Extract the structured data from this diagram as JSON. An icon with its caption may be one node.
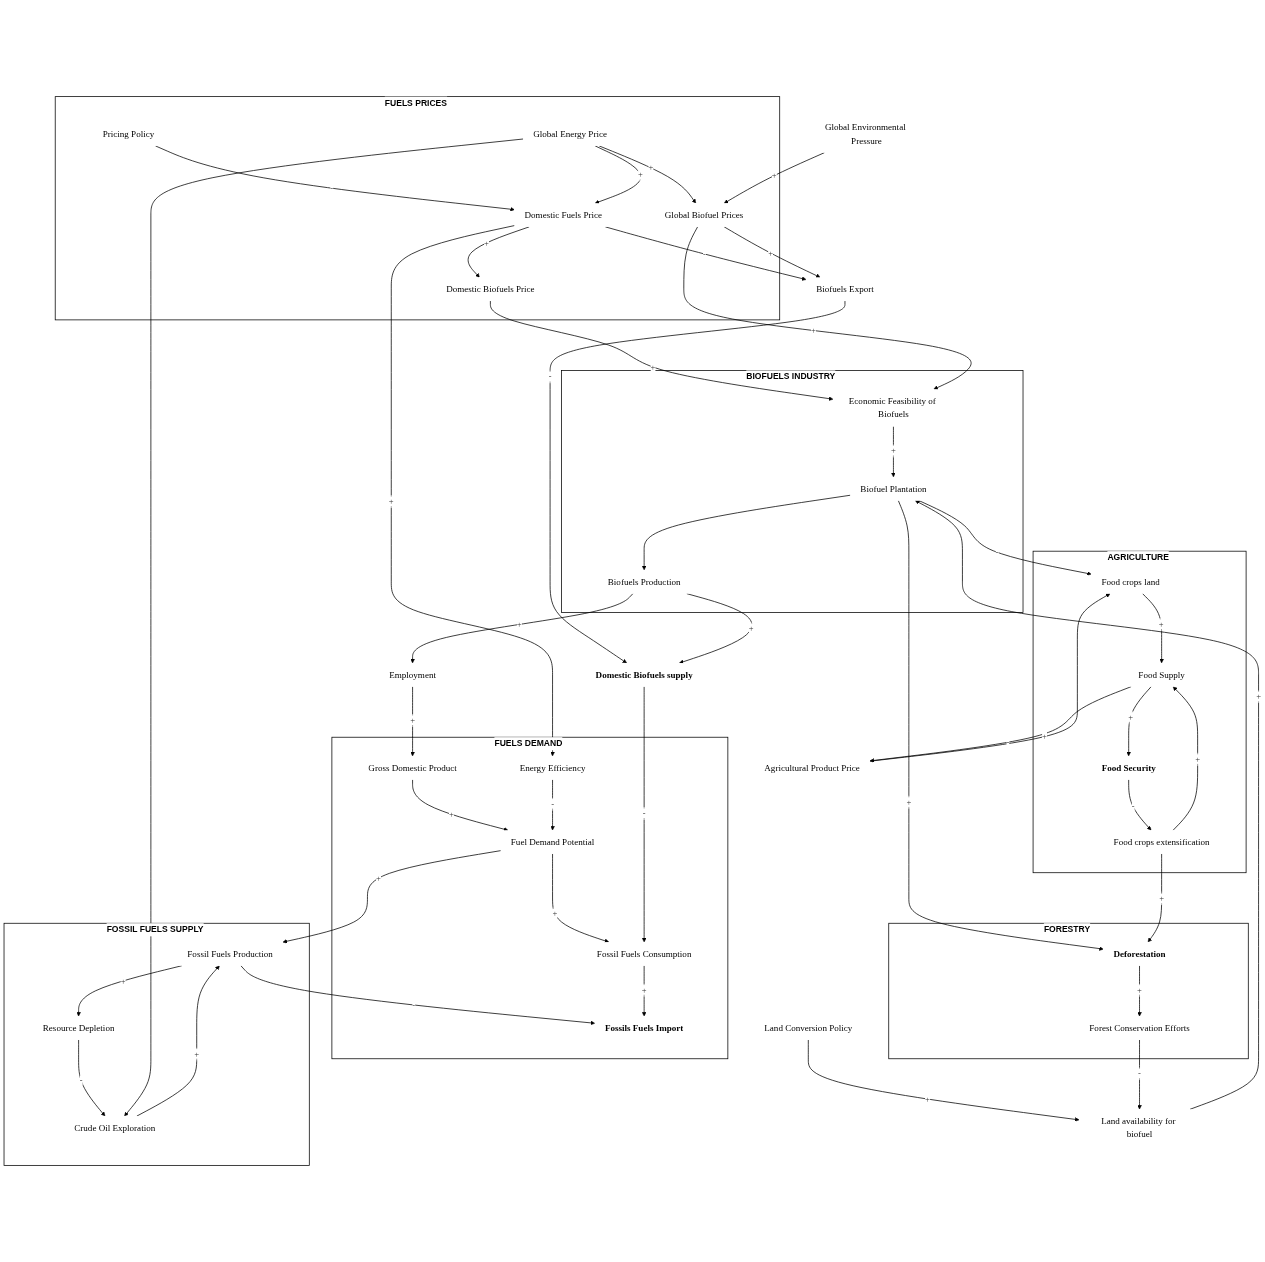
{
  "diagram": {
    "nodes": [
      {
        "text": [
          "FUELS DEMAND"
        ]
      },
      {
        "text": [
          "Fossils Fuels Import"
        ],
        "in": 0
      },
      {
        "text": [
          "Fossil Fuels Consumption"
        ],
        "in": 0
      },
      {
        "text": [
          "Fuel Demand Potential"
        ],
        "in": 0
      },
      {
        "text": [
          "Gross Domestic Product"
        ],
        "in": 0
      },
      {
        "text": [
          "Energy Efficiency"
        ],
        "in": 0
      },
      {
        "text": [
          "FOSSIL FUELS SUPPLY"
        ]
      },
      {
        "text": [
          "Fossil Fuels Production"
        ],
        "in": 6
      },
      {
        "text": [
          "Crude Oil Exploration"
        ],
        "in": 6
      },
      {
        "text": [
          "Resource Depletion"
        ],
        "in": 6
      },
      {
        "text": [
          "Global Environmental Pressure"
        ]
      },
      {
        "text": [
          "FUELS PRICES"
        ]
      },
      {
        "text": [
          "Pricing Policy"
        ],
        "in": 11
      },
      {
        "text": [
          "Global Energy Price"
        ],
        "in": 11
      },
      {
        "text": [
          "Domestic Fuels Price"
        ],
        "in": 11
      },
      {
        "text": [
          "Global Biofuel Prices"
        ],
        "in": 11
      },
      {
        "text": [
          "Domestic Biofuels Price"
        ],
        "in": 11
      },
      {
        "text": [
          "Domestic Biofuels supply"
        ]
      },
      {
        "text": [
          "Biofuels Export"
        ]
      },
      {
        "text": [
          "Employment"
        ]
      },
      {
        "text": [
          "BIOFUELS INDUSTRY"
        ]
      },
      {
        "text": [
          "Biofuels Production"
        ],
        "in": 20
      },
      {
        "text": [
          "Economic Feasibility of Biofuels"
        ],
        "in": 20
      },
      {
        "text": [
          "Biofuel Plantation"
        ],
        "in": 20
      },
      {
        "text": [
          "Land Conversion Policy"
        ]
      },
      {
        "text": [
          "Land availability for biofuel"
        ]
      },
      {
        "text": [
          "AGRICULTURE"
        ]
      },
      {
        "text": [
          "Agricultural Product Price"
        ]
      },
      {
        "text": [
          "Food crops land"
        ],
        "in": 26
      },
      {
        "text": [
          "Food Supply"
        ],
        "in": 26
      },
      {
        "text": [
          "Food crops extensification"
        ],
        "in": 26
      },
      {
        "text": [
          "Food Security"
        ],
        "in": 26
      },
      {
        "text": [
          "FORESTRY"
        ]
      },
      {
        "text": [
          "Forest Conservation Efforts"
        ],
        "in": 32
      },
      {
        "text": [
          "Deforestation"
        ],
        "in": 32
      }
    ],
    "edges": [
      {
        "from": 2,
        "to": 1,
        "arrow": "to",
        "label": "+"
      },
      {
        "from": 7,
        "to": 1,
        "arrow": "to",
        "label": "-"
      },
      {
        "from": 3,
        "to": 2,
        "arrow": "to",
        "label": "+"
      },
      {
        "from": 17,
        "to": 2,
        "arrow": "to",
        "label": "-"
      },
      {
        "from": 19,
        "to": 4,
        "arrow": "to",
        "label": "+"
      },
      {
        "from": 4,
        "to": 3,
        "arrow": "to",
        "label": "+"
      },
      {
        "from": 5,
        "to": 3,
        "arrow": "to",
        "label": "-"
      },
      {
        "from": 3,
        "to": 7,
        "arrow": "to",
        "label": "+"
      },
      {
        "from": 8,
        "to": 7,
        "arrow": "to",
        "label": "+"
      },
      {
        "from": 7,
        "to": 9,
        "arrow": "to",
        "label": "+"
      },
      {
        "from": 9,
        "to": 8,
        "arrow": "to",
        "label": "-"
      },
      {
        "from": 13,
        "to": 8,
        "arrow": "to"
      },
      {
        "from": 14,
        "to": 5,
        "arrow": "to",
        "label": "+"
      },
      {
        "from": 12,
        "to": 14,
        "arrow": "to",
        "label": "-"
      },
      {
        "from": 13,
        "to": 14,
        "arrow": "to",
        "label": "+"
      },
      {
        "from": 13,
        "to": 15,
        "arrow": "to",
        "label": "+"
      },
      {
        "from": 10,
        "to": 15,
        "arrow": "to",
        "label": "+"
      },
      {
        "from": 14,
        "to": 18,
        "arrow": "to",
        "label": "-"
      },
      {
        "from": 15,
        "to": 18,
        "arrow": "to",
        "label": "+"
      },
      {
        "from": 14,
        "to": 16,
        "arrow": "to",
        "label": "+"
      },
      {
        "from": 18,
        "to": 17,
        "arrow": "to",
        "label": "-"
      },
      {
        "from": 21,
        "to": 17,
        "arrow": "to",
        "label": "+"
      },
      {
        "from": 21,
        "to": 19,
        "arrow": "to",
        "label": "+"
      },
      {
        "from": 16,
        "to": 22,
        "arrow": "to",
        "label": "+"
      },
      {
        "from": 15,
        "to": 22,
        "arrow": "to",
        "label": "+"
      },
      {
        "from": 22,
        "to": 23,
        "arrow": "to",
        "label": "+"
      },
      {
        "from": 23,
        "to": 21,
        "arrow": "to"
      },
      {
        "from": 24,
        "to": 25,
        "arrow": "to",
        "label": "+"
      },
      {
        "from": 25,
        "to": 23,
        "arrow": "to",
        "label": "+"
      },
      {
        "from": 23,
        "to": 28,
        "arrow": "to",
        "label": "-"
      },
      {
        "from": 23,
        "to": 34,
        "arrow": "to",
        "label": "+"
      },
      {
        "from": 27,
        "to": 28,
        "arrow": "to",
        "label": "+"
      },
      {
        "from": 28,
        "to": 29,
        "arrow": "to",
        "label": "+"
      },
      {
        "from": 30,
        "to": 29,
        "arrow": "to",
        "label": "+"
      },
      {
        "from": 29,
        "to": 27,
        "arrow": "to",
        "label": "-"
      },
      {
        "from": 29,
        "to": 31,
        "arrow": "to",
        "label": "+"
      },
      {
        "from": 31,
        "to": 30,
        "arrow": "to",
        "label": "-"
      },
      {
        "from": 30,
        "to": 34,
        "arrow": "to",
        "label": "+"
      },
      {
        "from": 34,
        "to": 33,
        "arrow": "to",
        "label": "+"
      },
      {
        "from": 33,
        "to": 25,
        "arrow": "to",
        "label": "-"
      }
    ]
  }
}
